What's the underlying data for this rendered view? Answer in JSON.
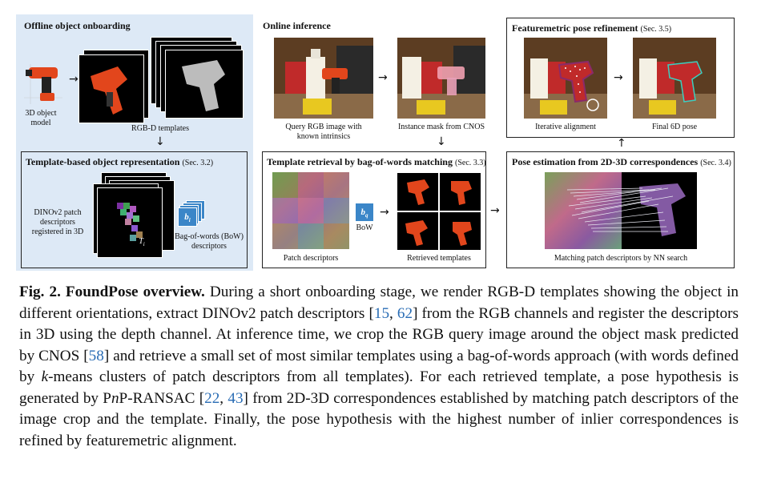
{
  "offline": {
    "title": "Offline object onboarding",
    "model_label": "3D object model",
    "templates_label": "RGB-D templates"
  },
  "template_rep": {
    "title": "Template-based object representation",
    "sec": "(Sec. 3.2)",
    "dinov2_label": "DINOv2 patch descriptors registered in 3D",
    "ti_label": "T",
    "ti_sub": "i",
    "bi_label": "b",
    "bi_sub": "i",
    "bow_label": "Bag-of-words (BoW) descriptors"
  },
  "online": {
    "title": "Online inference",
    "query_label": "Query RGB image with known intrinsics",
    "mask_label": "Instance mask from CNOS"
  },
  "retrieval": {
    "title": "Template retrieval by bag-of-words matching",
    "sec": "(Sec. 3.3)",
    "patch_label": "Patch descriptors",
    "bq_label": "b",
    "bq_sub": "q",
    "bow_label": "BoW",
    "retrieved_label": "Retrieved templates"
  },
  "refinement": {
    "title": "Featuremetric pose refinement",
    "sec": "(Sec. 3.5)",
    "iter_label": "Iterative alignment",
    "final_label": "Final 6D pose"
  },
  "pose_est": {
    "title": "Pose estimation from 2D-3D correspondences",
    "sec": "(Sec. 3.4)",
    "match_label": "Matching patch descriptors by NN search"
  },
  "caption": {
    "fig": "Fig. 2.",
    "bold": "FoundPose overview.",
    "p1": "During a short onboarding stage, we render RGB-D templates showing the object in different orientations, extract DINOv2 patch descriptors [",
    "c1": "15",
    "c1sep": ", ",
    "c2": "62",
    "p2": "] from the RGB channels and register the descriptors in 3D using the depth channel. At inference time, we crop the RGB query image around the object mask predicted by CNOS [",
    "c3": "58",
    "p3": "] and retrieve a small set of most similar templates using a bag-of-words approach (with words defined by ",
    "k": "k",
    "p4": "-means clusters of patch descriptors from all templates). For each retrieved template, a pose hypothesis is generated by P",
    "n": "n",
    "p5": "P-RANSAC [",
    "c4": "22",
    "c4sep": ", ",
    "c5": "43",
    "p6": "] from 2D-3D correspondences established by matching patch descriptors of the image crop and the template. Finally, the pose hypothesis with the highest number of inlier correspondences is refined by featuremetric alignment."
  },
  "colors": {
    "offline_bg": "#dde9f6",
    "bow_blue": "#3b86c8",
    "cite_blue": "#2a6db5"
  }
}
